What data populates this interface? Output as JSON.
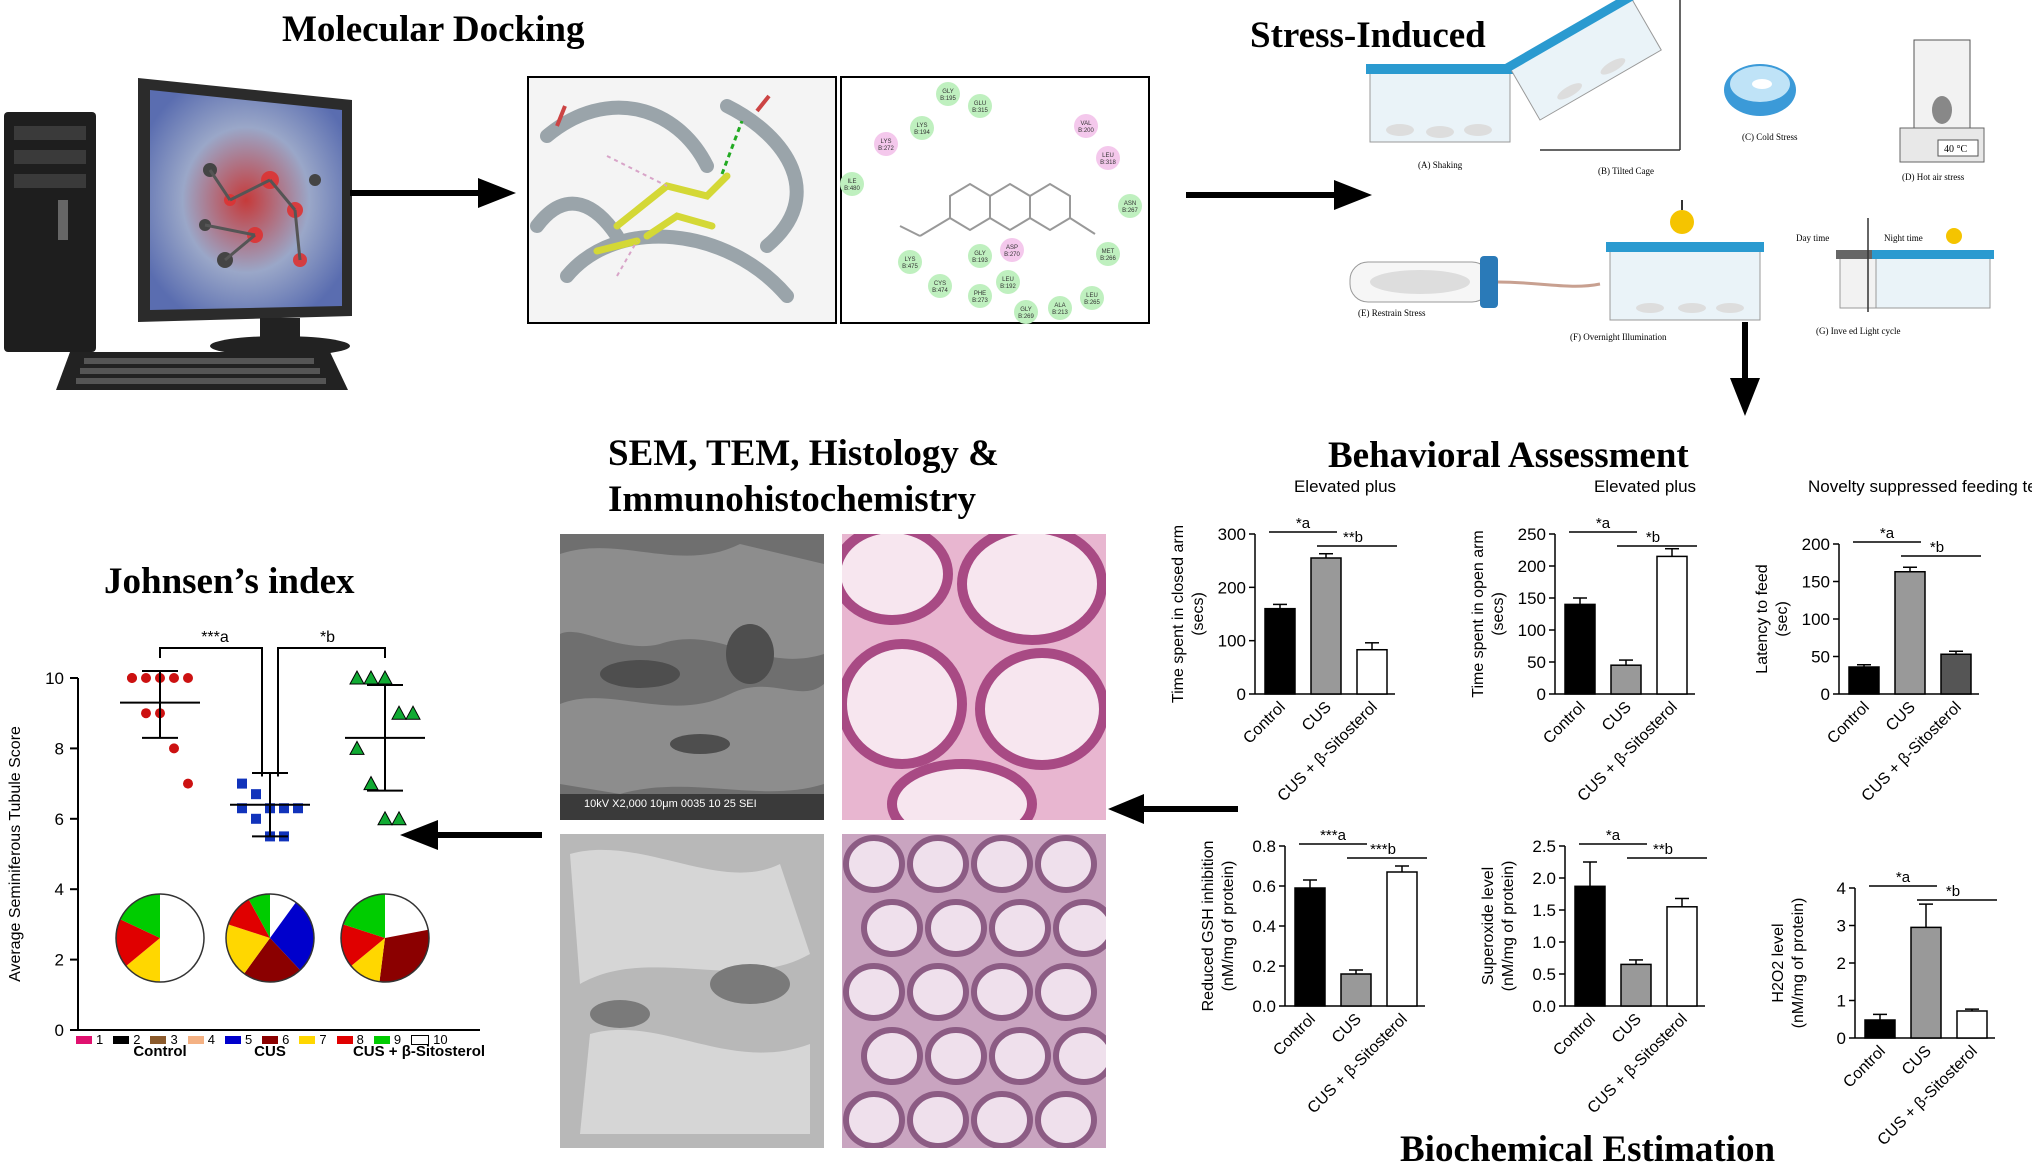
{
  "sections": {
    "docking": "Molecular Docking",
    "stress": "Stress-Induced",
    "sem": "SEM, TEM, Histology &",
    "sem2": "Immunohistochemistry",
    "behavior": "Behavioral Assessment",
    "johnsen": "Johnsen’s index",
    "biochem": "Biochemical Estimation"
  },
  "stress_labels": {
    "a": "(A) Shaking",
    "b": "(B) Tilted Cage",
    "c": "(C) Cold Stress",
    "d": "(D) Hot air stress",
    "e": "(E) Restrain Stress",
    "f": "(F) Overnight Illumination",
    "g": "(G) Inve      ed Light cycle",
    "day": "Day time",
    "night": "Night time",
    "temp": "40 °C"
  },
  "sem_label": "10kV   X2,000   10μm   0035   10 25 SEI",
  "interaction_residues": [
    "GLY B:195",
    "GLU B:315",
    "LYS B:194",
    "LYS B:272",
    "ILE B:480",
    "VAL B:200",
    "LEU B:318",
    "ASN B:267",
    "MET B:266",
    "LEU B:265",
    "ALA B:213",
    "GLY B:269",
    "PHE B:273",
    "CYS B:474",
    "LYS B:475",
    "GLY B:193",
    "ASP B:270",
    "LEU B:192"
  ],
  "johnsen": {
    "ylabel": "Average Seminiferous Tubule Score",
    "categories": [
      "Control",
      "CUS",
      "CUS + β-Sitosterol"
    ],
    "sig1": "***a",
    "sig2": "*b",
    "legend": [
      "1",
      "2",
      "3",
      "4",
      "5",
      "6",
      "7",
      "8",
      "9",
      "10"
    ],
    "legend_colors": [
      "#e0116f",
      "#000000",
      "#8b5a2b",
      "#f4b183",
      "#0000cc",
      "#8b0000",
      "#ffd700",
      "#e00000",
      "#00cc00",
      "#ffffff"
    ]
  },
  "chart_data": [
    {
      "type": "bar",
      "title": "Elevated plus",
      "ylabel": "Time spent in closed arm (secs)",
      "categories": [
        "Control",
        "CUS",
        "CUS + β-Sitosterol"
      ],
      "values": [
        160,
        255,
        83
      ],
      "errors": [
        8,
        8,
        13
      ],
      "ylim": [
        0,
        300
      ],
      "yticks": [
        0,
        100,
        200,
        300
      ],
      "colors": [
        "#000000",
        "#999999",
        "#ffffff"
      ],
      "sig": [
        "*a",
        "**b"
      ]
    },
    {
      "type": "bar",
      "title": "Elevated plus",
      "ylabel": "Time spent in open arm (secs)",
      "categories": [
        "Control",
        "CUS",
        "CUS + β-Sitosterol"
      ],
      "values": [
        140,
        45,
        215
      ],
      "errors": [
        10,
        8,
        12
      ],
      "ylim": [
        0,
        250
      ],
      "yticks": [
        0,
        50,
        100,
        150,
        200,
        250
      ],
      "colors": [
        "#000000",
        "#999999",
        "#ffffff"
      ],
      "sig": [
        "*a",
        "*b"
      ]
    },
    {
      "type": "bar",
      "title": "Novelty suppressed feeding test",
      "ylabel": "Latency to feed (sec)",
      "categories": [
        "Control",
        "CUS",
        "CUS + β-Sitosterol"
      ],
      "values": [
        36,
        163,
        53
      ],
      "errors": [
        3,
        6,
        4
      ],
      "ylim": [
        0,
        200
      ],
      "yticks": [
        0,
        50,
        100,
        150,
        200
      ],
      "colors": [
        "#000000",
        "#999999",
        "#555555"
      ],
      "sig": [
        "*a",
        "*b"
      ]
    },
    {
      "type": "bar",
      "title": "",
      "ylabel": "Reduced GSH inhibition (nM/mg of protein)",
      "categories": [
        "Control",
        "CUS",
        "CUS + β-Sitosterol"
      ],
      "values": [
        0.59,
        0.16,
        0.67
      ],
      "errors": [
        0.04,
        0.02,
        0.03
      ],
      "ylim": [
        0,
        0.8
      ],
      "yticks": [
        0.0,
        0.2,
        0.4,
        0.6,
        0.8
      ],
      "colors": [
        "#000000",
        "#999999",
        "#ffffff"
      ],
      "sig": [
        "***a",
        "***b"
      ]
    },
    {
      "type": "bar",
      "title": "",
      "ylabel": "Superoxide level (nM/mg of protein)",
      "categories": [
        "Control",
        "CUS",
        "CUS + β-Sitosterol"
      ],
      "values": [
        1.87,
        0.65,
        1.55
      ],
      "errors": [
        0.38,
        0.07,
        0.13
      ],
      "ylim": [
        0,
        2.5
      ],
      "yticks": [
        0.0,
        0.5,
        1.0,
        1.5,
        2.0,
        2.5
      ],
      "colors": [
        "#000000",
        "#999999",
        "#ffffff"
      ],
      "sig": [
        "*a",
        "**b"
      ]
    },
    {
      "type": "bar",
      "title": "",
      "ylabel": "H2O2 level (nM/mg of protein)",
      "categories": [
        "Control",
        "CUS",
        "CUS + β-Sitosterol"
      ],
      "values": [
        0.48,
        2.95,
        0.72
      ],
      "errors": [
        0.15,
        0.62,
        0.05
      ],
      "ylim": [
        0,
        4
      ],
      "yticks": [
        0,
        1,
        2,
        3,
        4
      ],
      "colors": [
        "#000000",
        "#999999",
        "#ffffff"
      ],
      "sig": [
        "*a",
        "*b"
      ]
    },
    {
      "type": "scatter",
      "title": "",
      "ylabel": "Average Seminiferous Tubule Score",
      "categories": [
        "Control",
        "CUS",
        "CUS + β-Sitosterol"
      ],
      "ylim": [
        0,
        10
      ],
      "yticks": [
        0,
        2,
        4,
        6,
        8,
        10
      ],
      "series": [
        {
          "values": [
            10,
            10,
            10,
            10,
            10,
            10,
            9,
            9,
            8,
            7
          ],
          "mean": 9.3,
          "sd": 1.0,
          "color": "#cc1111"
        },
        {
          "values": [
            7,
            6.7,
            6.3,
            6.3,
            6.3,
            6.3,
            6,
            5.5,
            5.5
          ],
          "mean": 6.4,
          "sd": 0.9,
          "color": "#1133bb"
        },
        {
          "values": [
            10,
            10,
            10,
            9,
            9,
            8,
            7,
            6,
            6
          ],
          "mean": 8.3,
          "sd": 1.5,
          "color": "#11aa33"
        }
      ]
    }
  ]
}
